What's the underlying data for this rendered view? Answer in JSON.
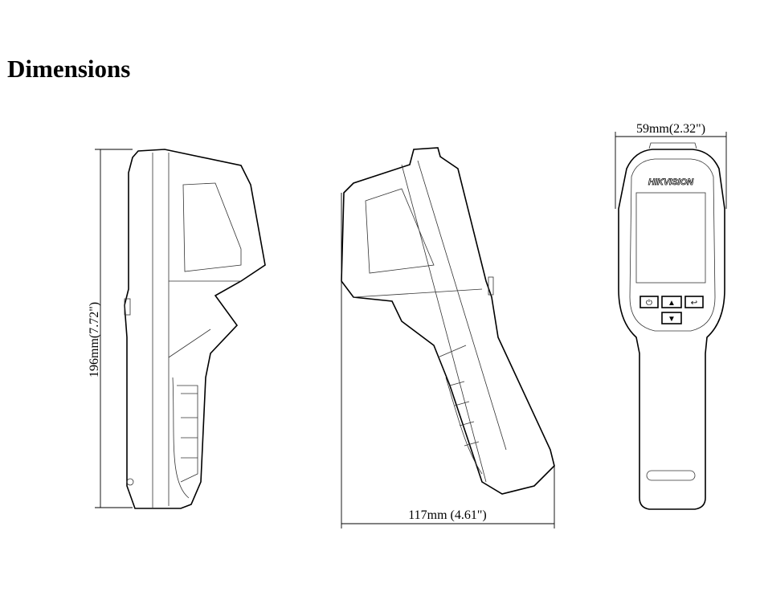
{
  "title": "Dimensions",
  "dimensions": {
    "height": "196mm(7.72\")",
    "depth": "117mm (4.61\")",
    "width": "59mm(2.32\")"
  },
  "brand_logo": "HIKVISION",
  "buttons": {
    "power": "⏻",
    "up": "▲",
    "down": "▼",
    "back": "↩"
  }
}
